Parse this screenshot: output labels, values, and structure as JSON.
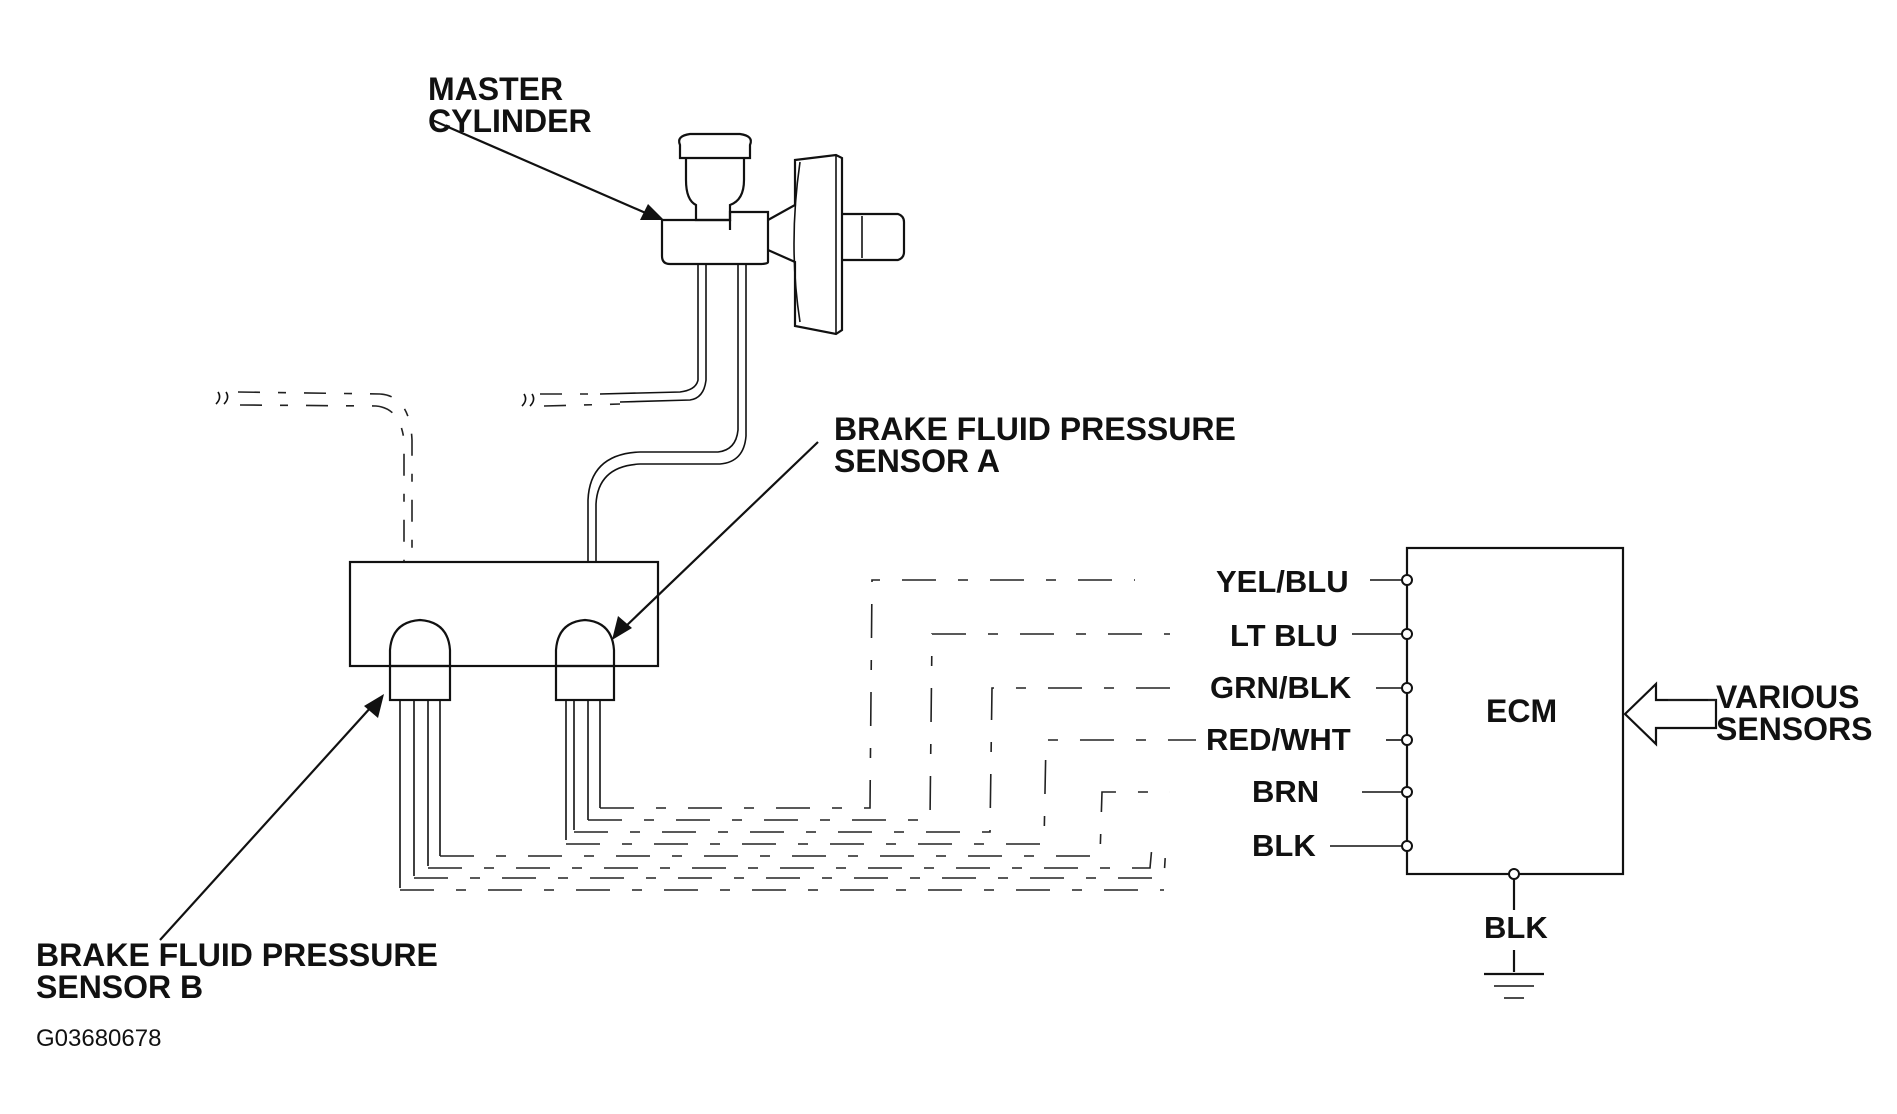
{
  "labels": {
    "master_cylinder": [
      "MASTER",
      "CYLINDER"
    ],
    "sensor_a": [
      "BRAKE FLUID PRESSURE",
      "SENSOR A"
    ],
    "sensor_b": [
      "BRAKE FLUID PRESSURE",
      "SENSOR B"
    ],
    "ecm": "ECM",
    "various_sensors": [
      "VARIOUS",
      "SENSORS"
    ],
    "ground_wire": "BLK",
    "figure_code": "G03680678"
  },
  "wires": [
    {
      "label": "YEL/BLU"
    },
    {
      "label": "LT BLU"
    },
    {
      "label": "GRN/BLK"
    },
    {
      "label": "RED/WHT"
    },
    {
      "label": "BRN"
    },
    {
      "label": "BLK"
    }
  ]
}
